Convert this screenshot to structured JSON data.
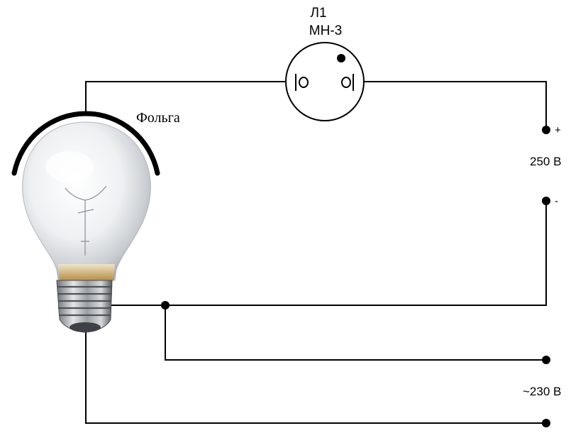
{
  "lamp": {
    "designator": "Л1",
    "model": "МН-3"
  },
  "foil_label": "Фольга",
  "dc_source": {
    "plus": "+",
    "minus": "-",
    "voltage": "250 В"
  },
  "ac_source": {
    "voltage": "~230 В"
  },
  "icons": {
    "bulb": "light-bulb-icon",
    "neon_lamp": "neon-lamp-icon"
  },
  "colors": {
    "wire": "#000000",
    "foil": "#000000"
  }
}
